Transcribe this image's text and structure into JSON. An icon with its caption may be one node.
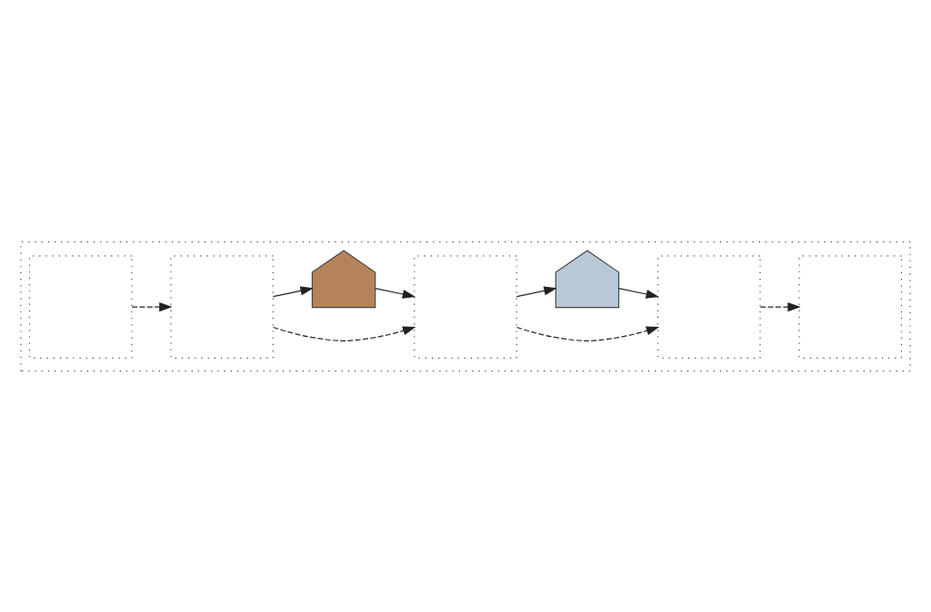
{
  "diagram": {
    "nodes": [
      {
        "text": [],
        "shape": "box"
      },
      {
        "text": [],
        "shape": "box",
        "in": 0
      },
      {
        "text": [],
        "shape": "box",
        "in": 0
      },
      {
        "text": [],
        "shape": "box",
        "in": 0
      },
      {
        "text": [],
        "shape": "box",
        "in": 0
      },
      {
        "text": [],
        "shape": "box",
        "in": 0
      },
      {
        "text": [],
        "shape": "picture",
        "in": 0
      },
      {
        "text": [],
        "shape": "picture",
        "in": 0
      }
    ],
    "edges": [
      {
        "from": 1,
        "to": 2,
        "arrow": "to",
        "style": "dashed"
      },
      {
        "from": 2,
        "to": 6,
        "arrow": "to"
      },
      {
        "from": 6,
        "to": 3,
        "arrow": "to"
      },
      {
        "from": 2,
        "to": 3,
        "arrow": "to",
        "style": "dashed"
      },
      {
        "from": 3,
        "to": 7,
        "arrow": "to"
      },
      {
        "from": 7,
        "to": 4,
        "arrow": "to"
      },
      {
        "from": 3,
        "to": 4,
        "arrow": "to",
        "style": "dashed"
      },
      {
        "from": 4,
        "to": 5,
        "arrow": "to",
        "style": "dashed"
      }
    ]
  }
}
